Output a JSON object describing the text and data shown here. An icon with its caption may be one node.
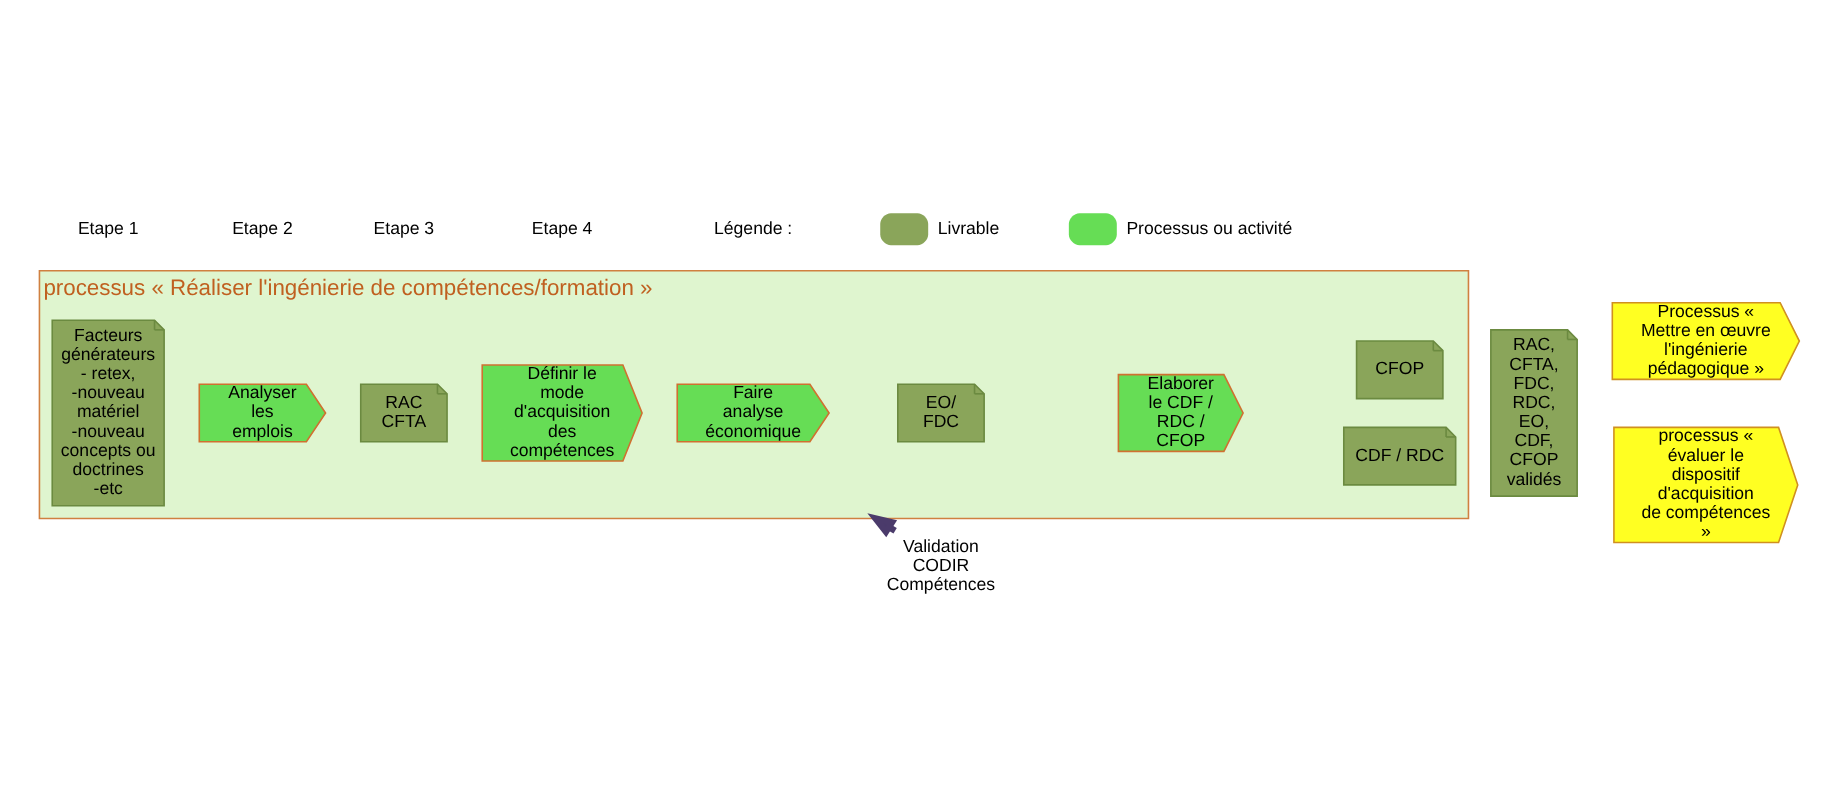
{
  "diagram": {
    "nodes": [
      {
        "text": [
          "processus « Réaliser l'ingénierie de compétences/formation »"
        ]
      },
      {
        "text": [
          "Facteurs générateurs - retex, -nouveau matériel -nouveau concepts ou doctrines -etc"
        ],
        "in": 0
      },
      {
        "text": [
          "Analyser les emplois"
        ],
        "in": 0
      },
      {
        "text": [
          "RAC CFTA"
        ],
        "in": 0
      },
      {
        "text": [
          "Définir le mode d'acquisition des compétences"
        ],
        "in": 0
      },
      {
        "text": [
          "Faire analyse économique"
        ],
        "in": 0
      },
      {
        "text": [
          "EO/ FDC"
        ],
        "in": 0
      },
      {
        "text": [
          "Elaborer le CDF / RDC / CFOP"
        ],
        "in": 0
      },
      {
        "text": [
          "CDF / RDC"
        ],
        "in": 0
      },
      {
        "text": [
          "CFOP"
        ],
        "in": 0
      },
      {
        "text": [
          "RAC, CFTA, FDC, RDC, EO, CDF, CFOP validés"
        ]
      },
      {
        "text": [
          "Processus « Mettre en œuvre l'ingénierie pédagogique »"
        ]
      },
      {
        "text": [
          "processus « évaluer le dispositif d'acquisition de compétences »"
        ]
      },
      {
        "text": [
          "Validation CODIR Compétences"
        ]
      }
    ],
    "edges": [
      {
        "from": 13,
        "to": 0,
        "arrow": "to"
      }
    ],
    "labels": [
      "Etape 1",
      "Etape 2",
      "Etape 3",
      "Etape 4",
      "Légende :"
    ],
    "legend": [
      {
        "text": "Livrable"
      },
      {
        "text": "Processus ou activité"
      }
    ]
  }
}
